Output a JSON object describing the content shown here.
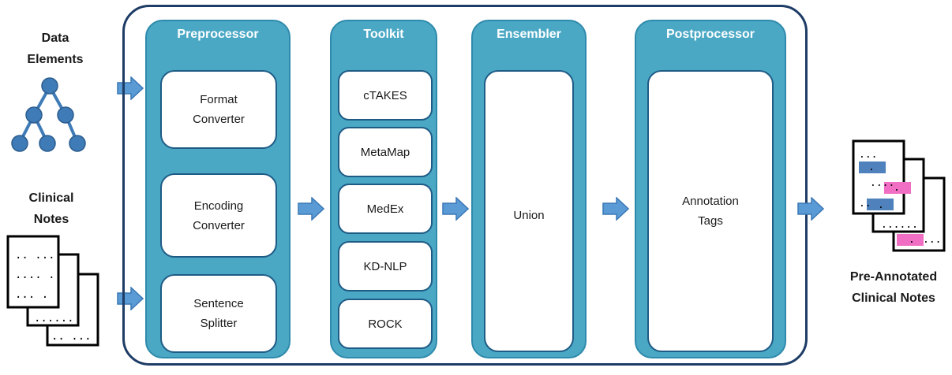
{
  "inputs": {
    "data_elements_label": "Data\nElements",
    "clinical_notes_label": "Clinical\nNotes"
  },
  "output": {
    "label": "Pre-Annotated\nClinical Notes"
  },
  "preprocessor": {
    "title": "Preprocessor",
    "boxes": [
      "Format\nConverter",
      "Encoding\nConverter",
      "Sentence\nSplitter"
    ]
  },
  "toolkit": {
    "title": "Toolkit",
    "items": [
      "cTAKES",
      "MetaMap",
      "MedEx",
      "KD-NLP",
      "ROCK"
    ]
  },
  "ensembler": {
    "title": "Ensembler",
    "box": "Union"
  },
  "postprocessor": {
    "title": "Postprocessor",
    "box": "Annotation\nTags"
  },
  "colors": {
    "column_fill": "#4aa8c5",
    "frame": "#1d3c66",
    "arrow": "#5b9bd5",
    "tree_node": "#3f7bb6",
    "highlight_blue": "#4f81bd",
    "highlight_pink": "#f06fc4"
  },
  "icons": [
    "tree-icon",
    "document-stack-icon",
    "annotated-document-stack-icon",
    "arrow-right-icon"
  ]
}
